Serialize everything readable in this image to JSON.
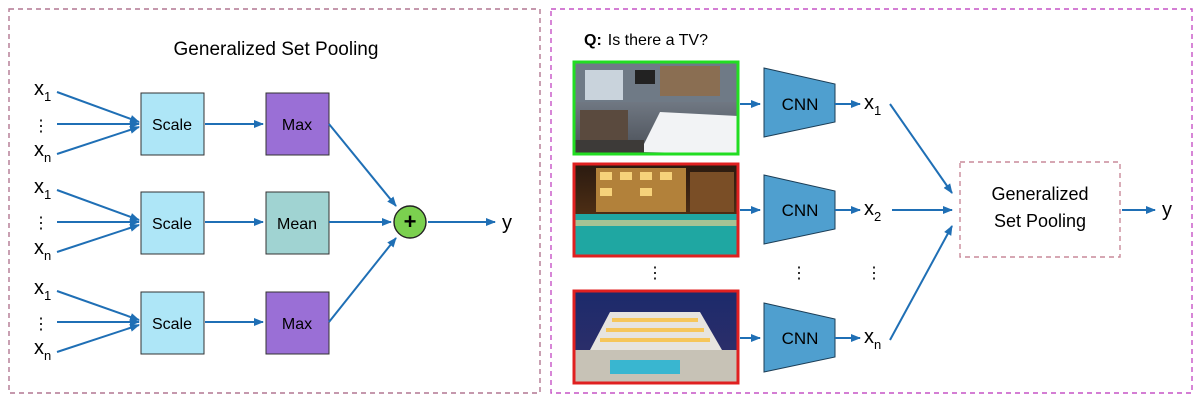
{
  "left_panel": {
    "title": "Generalized Set Pooling",
    "input_first": "x",
    "input_first_sub": "1",
    "input_dots": "⋮",
    "input_last": "x",
    "input_last_sub": "n",
    "rows": [
      {
        "scale_label": "Scale",
        "pool_label": "Max",
        "pool_color": "#9a6fd6"
      },
      {
        "scale_label": "Scale",
        "pool_label": "Mean",
        "pool_color": "#a0d3d2"
      },
      {
        "scale_label": "Scale",
        "pool_label": "Max",
        "pool_color": "#9a6fd6"
      }
    ],
    "sum_symbol": "+",
    "output_label": "y"
  },
  "right_panel": {
    "question_prefix": "Q:",
    "question_text": "Is there a TV?",
    "images": [
      {
        "border_color": "#22dd22",
        "scene": "hotel-bedroom"
      },
      {
        "border_color": "#e02020",
        "scene": "hotel-pool-night"
      },
      {
        "border_color": "#e02020",
        "scene": "hotel-building-night"
      }
    ],
    "cnn_label": "CNN",
    "features": [
      {
        "label": "x",
        "sub": "1"
      },
      {
        "label": "x",
        "sub": "2"
      },
      {
        "label": "x",
        "sub": "n"
      }
    ],
    "ellipsis": "⋮",
    "pool_box_line1": "Generalized",
    "pool_box_line2": "Set Pooling",
    "output_label": "y"
  },
  "colors": {
    "arrow": "#1f6fb5",
    "scale_fill": "#aee6f7",
    "cnn_fill": "#4f9fcf",
    "sum_fill": "#7bd04f",
    "panel_border": "#b27792",
    "right_panel_border": "#c653c6",
    "pool_box_border": "#c98a9a"
  }
}
